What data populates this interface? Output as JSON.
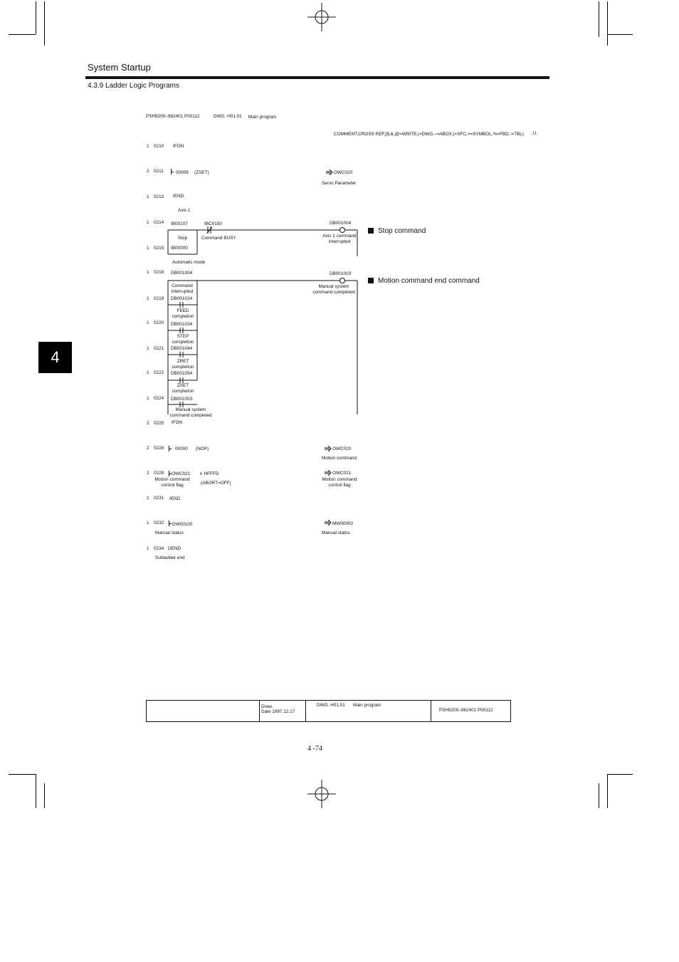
{
  "header": {
    "section_title": "System Startup",
    "subsection_title": "4.3.9  Ladder Logic Programs"
  },
  "chapter_tab": "4",
  "drawing_header": {
    "doc_id": "PSH9200–962401   P00112",
    "dwg": "DWG.  H01.01",
    "program": "Main program",
    "comment_legend": "COMMENT,CROSS REF,[$,&,@=WRITE,|=DWG,–=ABOX,|=SFC,==SYMBOL,%=FBD,:=TBL)",
    "legend_suffix": ".U."
  },
  "rungs": {
    "r0210": {
      "level": "1",
      "line": "0210",
      "text": "IFON"
    },
    "r0211": {
      "level": "2",
      "line": "0211",
      "src": "00009",
      "note": "(ZSET)",
      "dst": "OWC020",
      "dst_label": "Servo Parameter"
    },
    "r0213": {
      "level": "1",
      "line": "0213",
      "text": "IEND"
    },
    "axis_label": "Axis 1",
    "r0214": {
      "level": "1",
      "line": "0214",
      "c1": "IB00107",
      "c1_label": "Stop",
      "c2": "IBC0150",
      "c2_label": "Command BUSY",
      "coil": "DB001004",
      "coil_label1": "Axis 1 command",
      "coil_label2": "interrupted"
    },
    "r0215": {
      "level": "1",
      "line": "0215",
      "c1": "IB00000",
      "c1_label": "Automatic mode"
    },
    "r0218": {
      "level": "1",
      "line": "0218",
      "c1": "DB001004",
      "c1_label1": "Command",
      "c1_label2": "interrupted",
      "coil": "DB001003",
      "coil_label1": "Manual system",
      "coil_label2": "command completed"
    },
    "r0219": {
      "level": "1",
      "line": "0219",
      "c1": "DB001024",
      "c1_label1": "FEED",
      "c1_label2": "completion"
    },
    "r0220": {
      "level": "1",
      "line": "0220",
      "c1": "DB001034",
      "c1_label1": "STEP",
      "c1_label2": "completion"
    },
    "r0221": {
      "level": "1",
      "line": "0221",
      "c1": "DB001044",
      "c1_label1": "ZRET",
      "c1_label2": "completion"
    },
    "r0222": {
      "level": "1",
      "line": "0222",
      "c1": "DB001054",
      "c1_label1": "ZSET",
      "c1_label2": "completion"
    },
    "r0224": {
      "level": "1",
      "line": "0224",
      "c1": "DB001003",
      "c1_label1": "Manual system",
      "c1_label2": "command completed"
    },
    "r0225": {
      "level": "2",
      "line": "0225",
      "text": "IFON"
    },
    "r0226": {
      "level": "2",
      "line": "0226",
      "src": "00000",
      "note": "(NOP)",
      "dst": "OWC020",
      "dst_label": "Motion command"
    },
    "r0228": {
      "level": "2",
      "line": "0228",
      "src": "OWC021",
      "src_label1": "Motion command",
      "src_label2": "control flag",
      "op": "∧ HFFFD",
      "note": "(ABORT=OFF)",
      "dst": "OWC021",
      "dst_label1": "Motion command",
      "dst_label2": "control flag"
    },
    "r0231": {
      "level": "1",
      "line": "0231",
      "text": "IEND"
    },
    "r0232": {
      "level": "1",
      "line": "0232",
      "src": "DW00100",
      "src_label": "Manual status",
      "dst": "MW00002",
      "dst_label": "Manual status"
    },
    "r0234": {
      "level": "1",
      "line": "0234",
      "text": "DEND",
      "sub": "Subladder end"
    }
  },
  "annotations": {
    "stop_command": "Stop command",
    "motion_end": "Motion command end command"
  },
  "footer": {
    "draw": "Draw.",
    "date": "Date   1997.12.17",
    "dwg": "DWG.  H01.01",
    "program": "Main program",
    "doc_id": "PSH9200–962401   P00112"
  },
  "page_number": "4 -74"
}
